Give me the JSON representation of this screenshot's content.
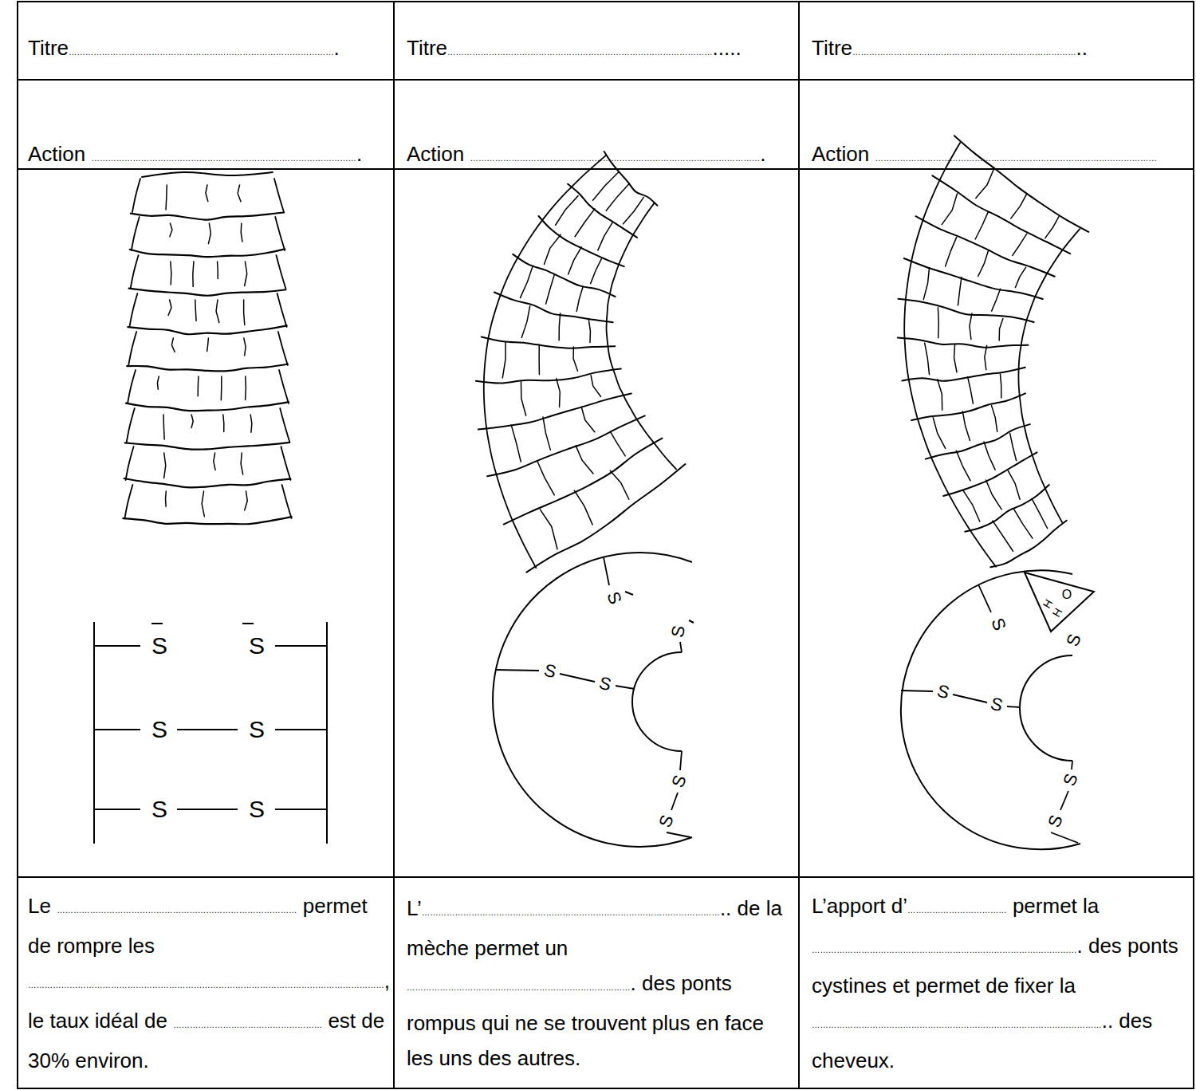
{
  "diagram": {
    "labels": [
      "Titre…………………………………………………………………………………….",
      "Titre…………………………………………………………………………………….....",
      "Titre………………………………………………………………………..",
      "Action …………………………………………………………………………………….",
      "Action …………………………………………………………………………………………….",
      "Action …………………………………………………………………………………………",
      "S",
      "S",
      "S",
      "S",
      "S",
      "S",
      "S",
      "S",
      "S",
      "S",
      "S",
      "S",
      "S",
      "S",
      "S",
      "S",
      "S",
      "S",
      "O",
      "H",
      "H",
      "Le …………………………………………………………………………… permet de rompre les …………………………………………………………………………………………………………………, le taux idéal de ……………………………………………… est de 30% environ.",
      "L’……………………………………………………………………………………………….. de la mèche permet un ………………………………………………………………………. des ponts rompus qui ne se trouvent plus en face les uns des autres.",
      "L’apport d’……………………………… permet la ……………………………………………………………………………………. des ponts cystines et permet de fixer la …………………………………………………………………………………………….. des cheveux."
    ]
  }
}
